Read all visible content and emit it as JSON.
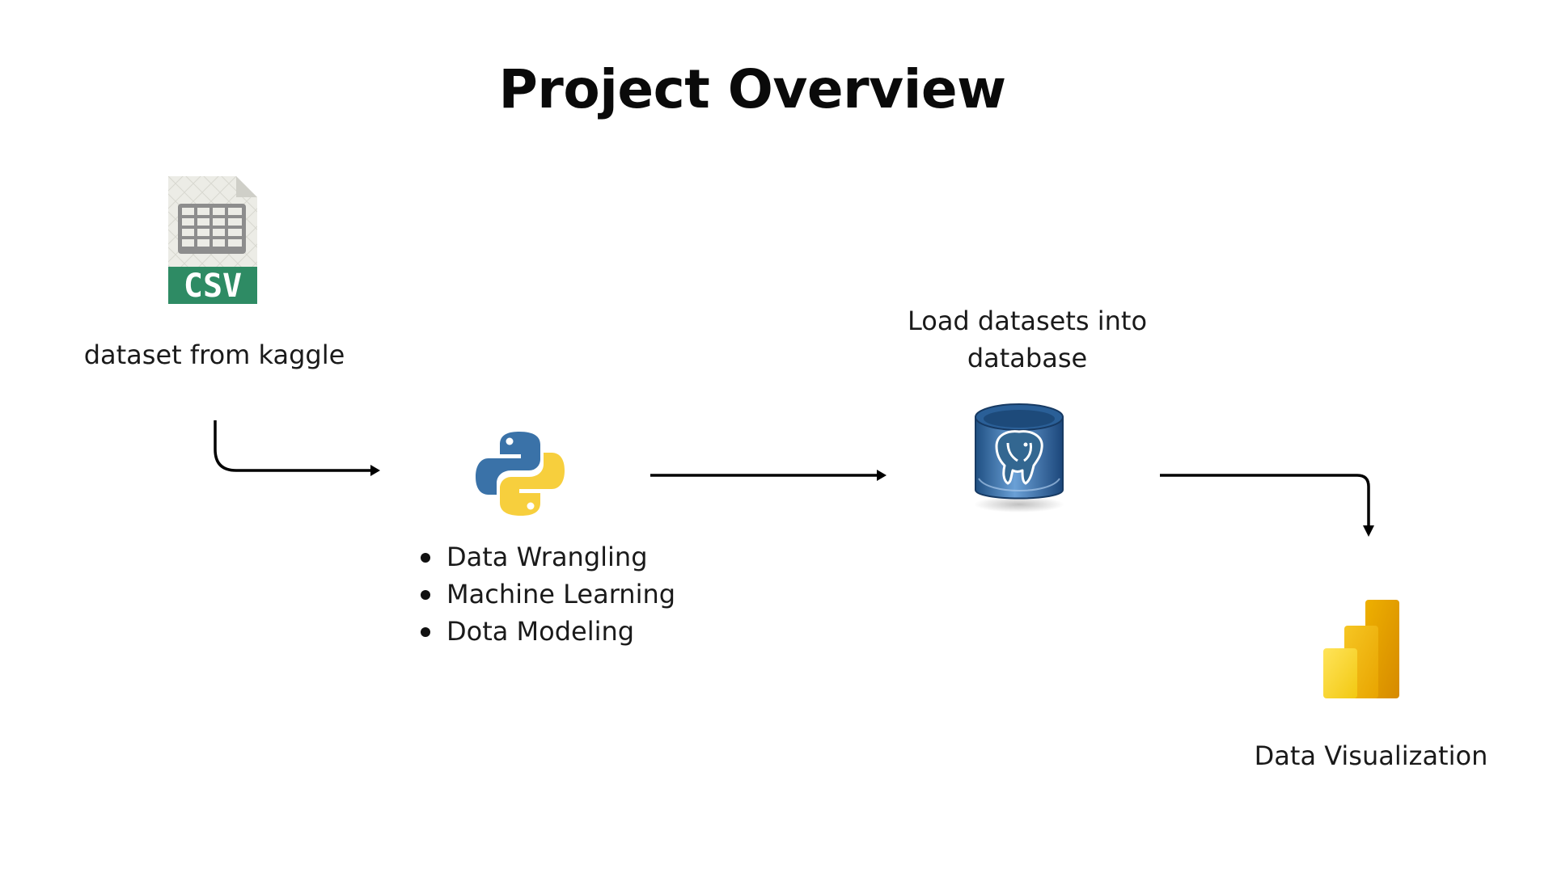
{
  "diagram": {
    "title": "Project Overview",
    "nodes": {
      "source": {
        "label": "dataset from kaggle",
        "icon": "csv-file-icon",
        "badge": "CSV",
        "badge_color": "#2e8b64"
      },
      "processing": {
        "icon": "python-logo-icon",
        "steps": [
          "Data Wrangling",
          "Machine Learning",
          "Dota Modeling"
        ],
        "colors": {
          "blue": "#3a72a8",
          "yellow": "#f7cf3d"
        }
      },
      "database": {
        "label": "Load datasets into database",
        "icon": "postgresql-database-icon",
        "color": "#2f6aa3"
      },
      "visualization": {
        "label": "Data Visualization",
        "icon": "power-bi-logo-icon",
        "colors": [
          "#f2c811",
          "#e8a400",
          "#d68a00"
        ]
      }
    },
    "edges": [
      {
        "from": "source",
        "to": "processing"
      },
      {
        "from": "processing",
        "to": "database"
      },
      {
        "from": "database",
        "to": "visualization"
      }
    ]
  }
}
